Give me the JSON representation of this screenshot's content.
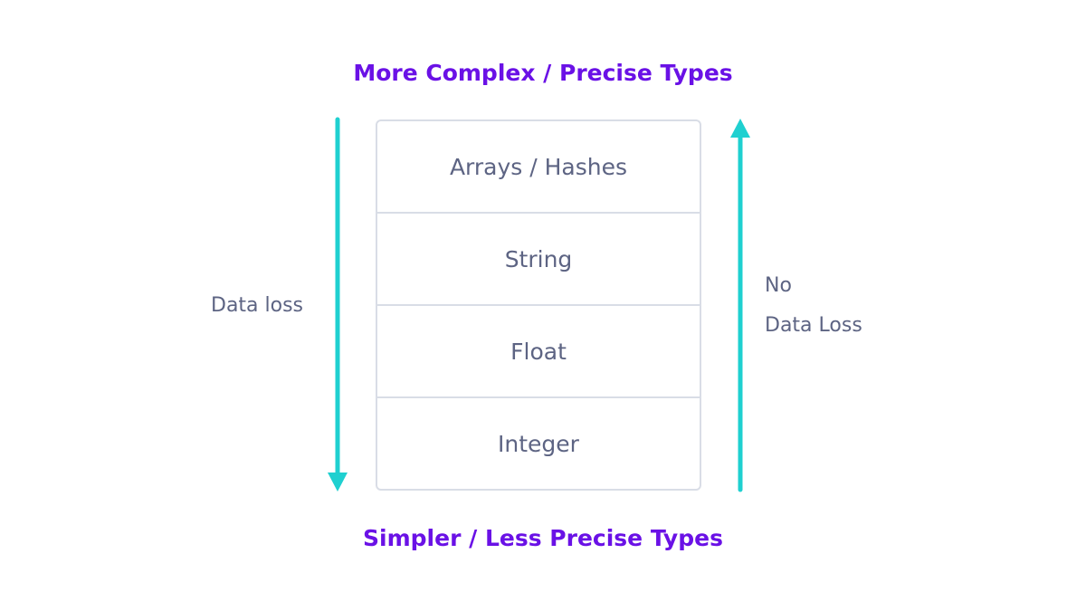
{
  "colors": {
    "heading": "#6a11e6",
    "text": "#5d6483",
    "arrow": "#1fd0d0",
    "border": "#d9dde6",
    "background": "#ffffff"
  },
  "title_top": "More Complex / Precise Types",
  "title_bottom": "Simpler / Less Precise Types",
  "levels": [
    "Arrays / Hashes",
    "String",
    "Float",
    "Integer"
  ],
  "left_arrow": {
    "direction": "down",
    "label": "Data loss"
  },
  "right_arrow": {
    "direction": "up",
    "label_line1": "No",
    "label_line2": "Data Loss"
  }
}
